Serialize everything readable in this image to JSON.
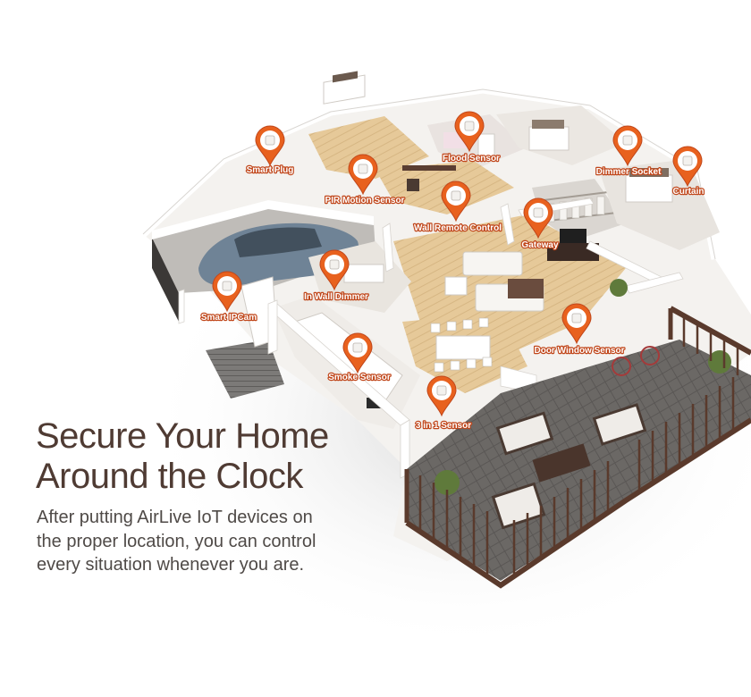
{
  "headline": {
    "line1": "Secure Your Home",
    "line2": "Around the Clock"
  },
  "body": {
    "line1": "After putting AirLive IoT devices on",
    "line2": "the proper location, you can control",
    "line3": "every situation whenever you are."
  },
  "devices": [
    {
      "label": "Smart Plug",
      "icon": "smart-plug-icon"
    },
    {
      "label": "PIR Motion Sensor",
      "icon": "motion-sensor-icon"
    },
    {
      "label": "Flood Sensor",
      "icon": "flood-sensor-icon"
    },
    {
      "label": "Wall Remote Control",
      "icon": "wall-remote-icon"
    },
    {
      "label": "Dimmer Socket",
      "icon": "dimmer-socket-icon"
    },
    {
      "label": "Curtain",
      "icon": "curtain-icon"
    },
    {
      "label": "Gateway",
      "icon": "gateway-icon"
    },
    {
      "label": "In Wall Dimmer",
      "icon": "in-wall-dimmer-icon"
    },
    {
      "label": "Smart IPCam",
      "icon": "ip-camera-icon"
    },
    {
      "label": "Door Window Sensor",
      "icon": "door-window-sensor-icon"
    },
    {
      "label": "Smoke Sensor",
      "icon": "smoke-sensor-icon"
    },
    {
      "label": "3 in 1 Sensor",
      "icon": "three-in-one-sensor-icon"
    }
  ],
  "colors": {
    "pin": "#e8611e",
    "pin_dark": "#c0461a",
    "headline": "#4f3b33",
    "floor_wood": "#e3c79b",
    "deck": "#6a6562",
    "railing": "#5a3a2c"
  }
}
